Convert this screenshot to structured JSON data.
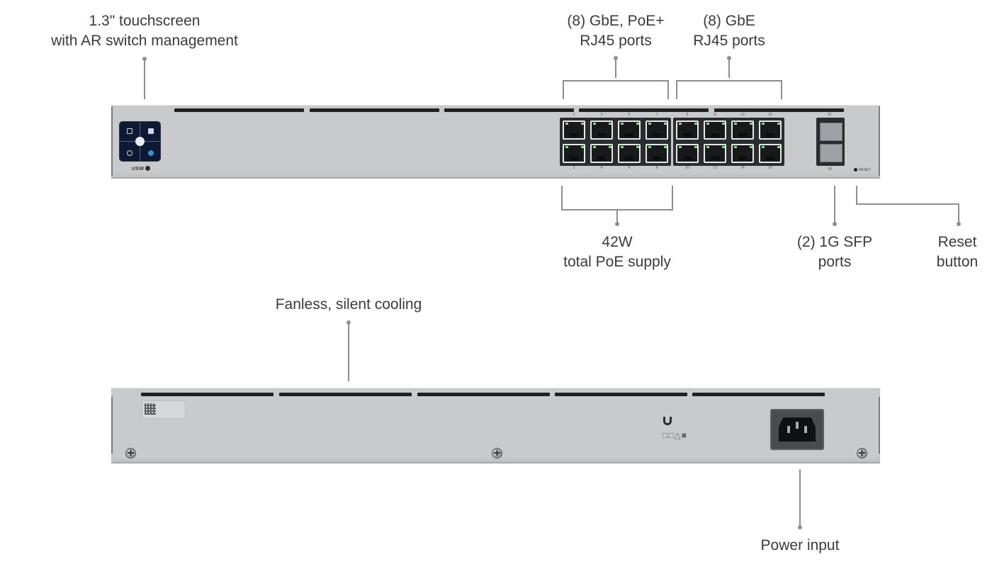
{
  "callouts": {
    "touchscreen": [
      "1.3\" touchscreen",
      "with AR switch management"
    ],
    "poe_ports": [
      "(8) GbE, PoE+",
      "RJ45 ports"
    ],
    "gbe_ports": [
      "(8) GbE",
      "RJ45 ports"
    ],
    "poe_supply": [
      "42W",
      "total PoE supply"
    ],
    "sfp_ports": [
      "(2) 1G SFP",
      "ports"
    ],
    "reset": [
      "Reset",
      "button"
    ],
    "cooling": [
      "Fanless, silent cooling"
    ],
    "power": [
      "Power input"
    ]
  },
  "front_panel": {
    "model_label": "USW",
    "port_numbers_top": [
      "1",
      "3",
      "5",
      "7",
      "9",
      "11",
      "13",
      "15"
    ],
    "port_numbers_bottom": [
      "2",
      "4",
      "6",
      "8",
      "10",
      "12",
      "14",
      "16"
    ],
    "sfp_numbers": [
      "17",
      "18"
    ],
    "reset_label": "RESET"
  },
  "colors": {
    "chassis": "#c9cacb",
    "vent": "#1f2023",
    "port_led": "#7ee07a",
    "screen": "#0e1a33",
    "leader_line": "#8e8e8e"
  }
}
